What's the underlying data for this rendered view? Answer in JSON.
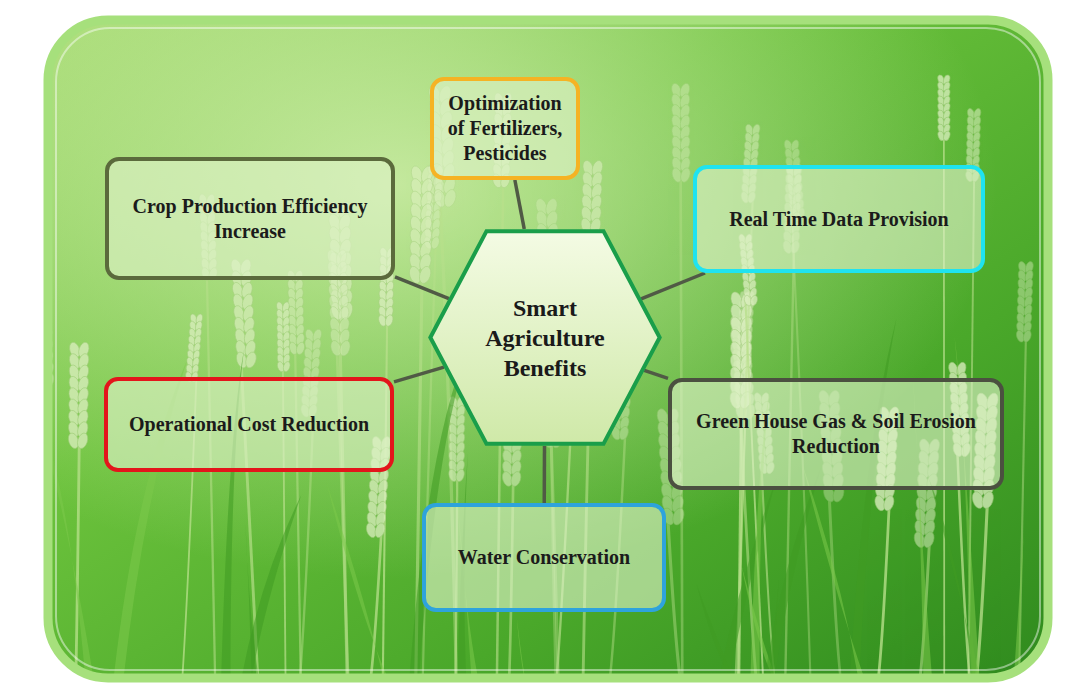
{
  "diagram": {
    "nodes": [
      {
        "text": [
          "Optimization of Fertilizers, Pesticides"
        ]
      },
      {
        "text": [
          "Crop Production Efficiency Increase"
        ]
      },
      {
        "text": [
          "Real Time Data Provision"
        ]
      },
      {
        "text": [
          "Smart Agriculture Benefits"
        ]
      },
      {
        "text": [
          "Operational Cost Reduction"
        ]
      },
      {
        "text": [
          "Green House Gas & Soil Erosion Reduction"
        ]
      },
      {
        "text": [
          "Water Conservation"
        ]
      }
    ],
    "edges": [
      {
        "from": 3,
        "to": 0,
        "arrow": "none"
      },
      {
        "from": 3,
        "to": 1,
        "arrow": "none"
      },
      {
        "from": 3,
        "to": 2,
        "arrow": "none"
      },
      {
        "from": 3,
        "to": 4,
        "arrow": "none"
      },
      {
        "from": 3,
        "to": 5,
        "arrow": "none"
      },
      {
        "from": 3,
        "to": 6,
        "arrow": "none"
      }
    ]
  }
}
